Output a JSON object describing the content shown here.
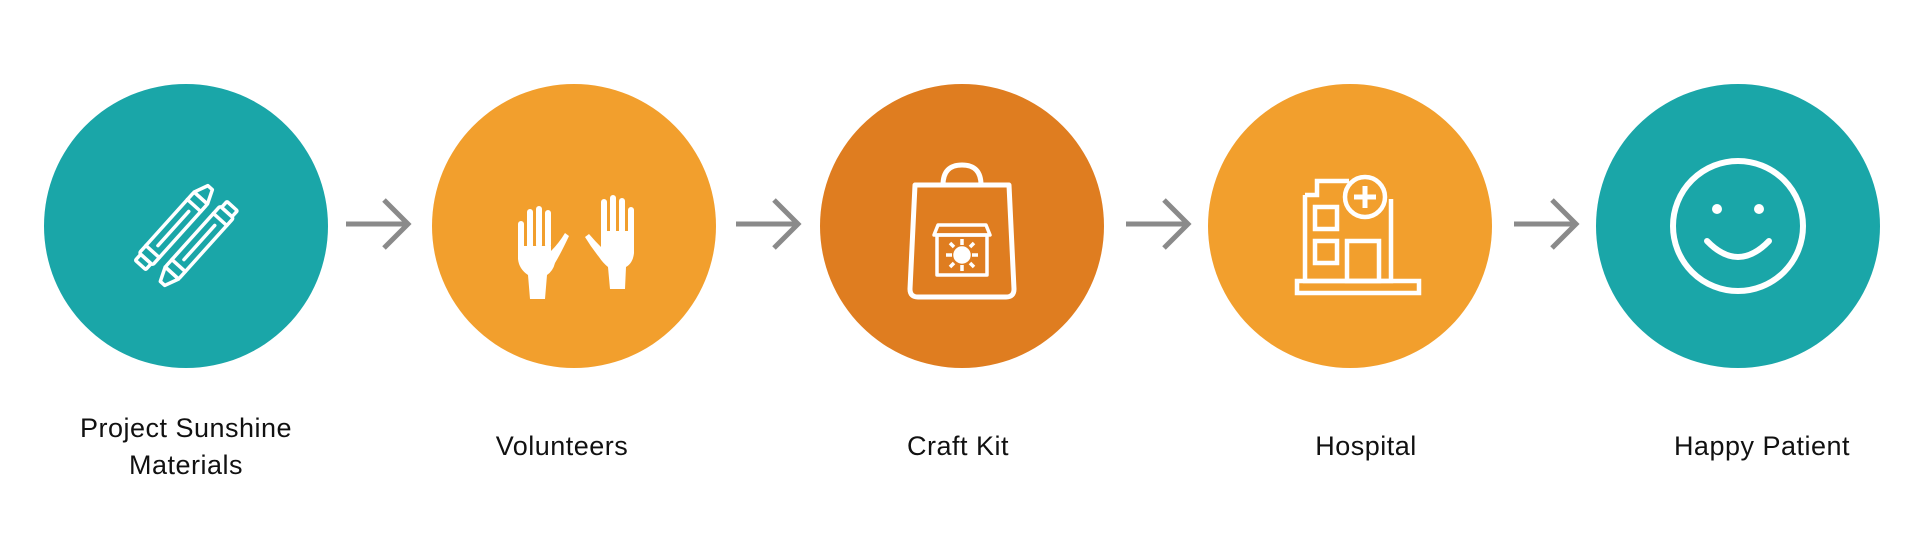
{
  "colors": {
    "teal": "#1aa6a8",
    "orange_light": "#f29f2d",
    "orange_dark": "#df7d20",
    "arrow": "#8a8a8a",
    "icon": "#ffffff"
  },
  "steps": [
    {
      "label_lines": [
        "Project Sunshine",
        "Materials"
      ],
      "icon": "crayons-icon",
      "color": "#1aa6a8"
    },
    {
      "label_lines": [
        "Volunteers"
      ],
      "icon": "raised-hands-icon",
      "color": "#f29f2d"
    },
    {
      "label_lines": [
        "Craft Kit"
      ],
      "icon": "shopping-bag-icon",
      "color": "#df7d20"
    },
    {
      "label_lines": [
        "Hospital"
      ],
      "icon": "hospital-icon",
      "color": "#f29f2d"
    },
    {
      "label_lines": [
        "Happy Patient"
      ],
      "icon": "smiley-face-icon",
      "color": "#1aa6a8"
    }
  ]
}
